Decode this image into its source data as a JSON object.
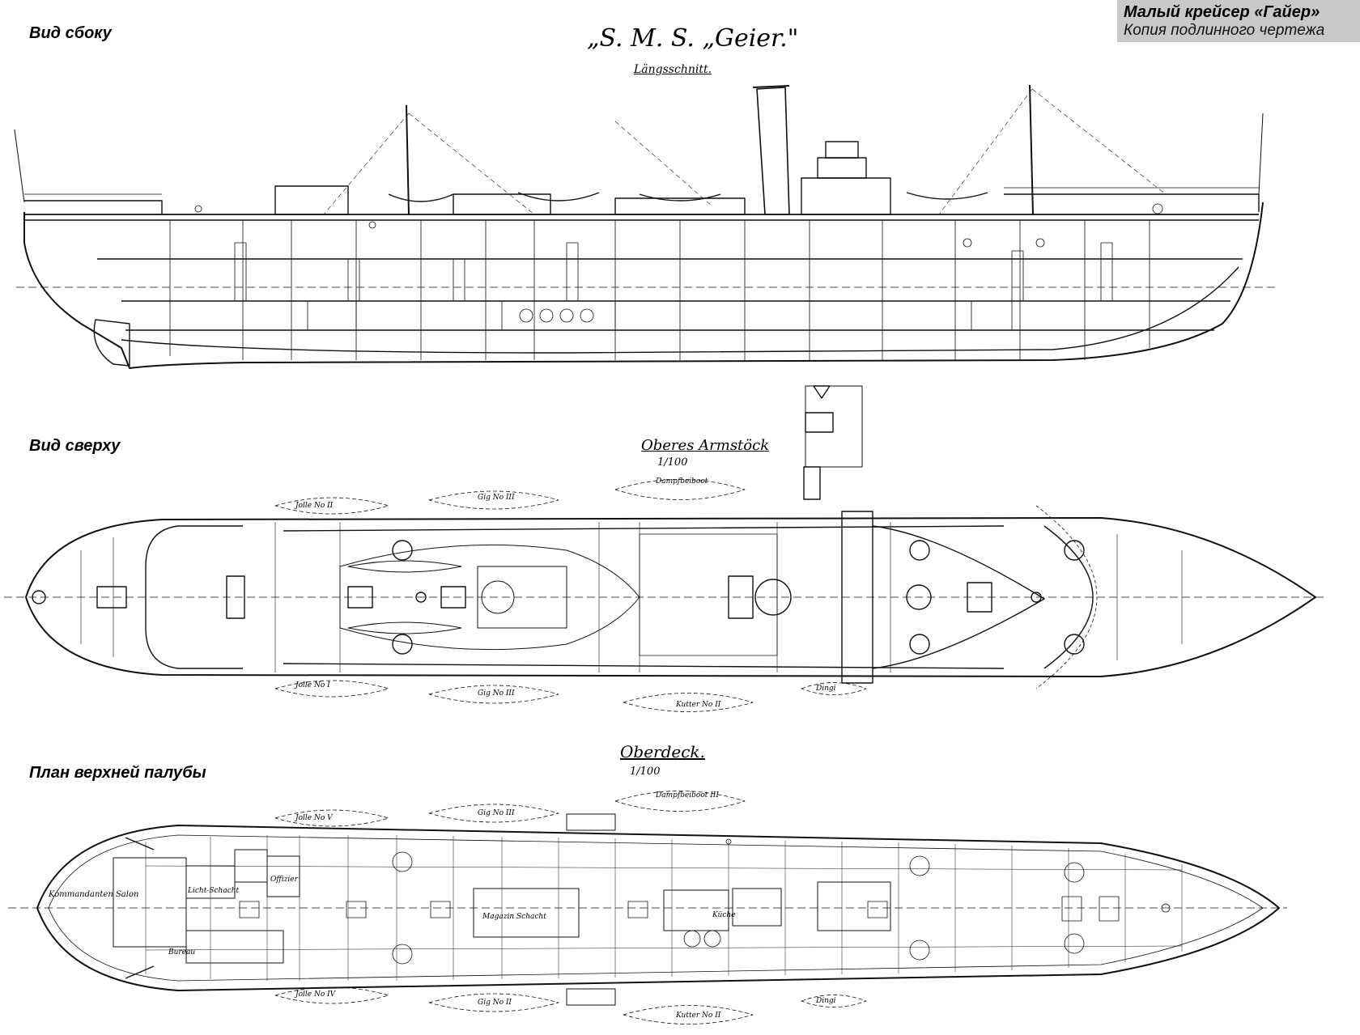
{
  "caption": {
    "title": "Малый крейсер «Гайер»",
    "subtitle": "Копия подлинного чертежа"
  },
  "views": {
    "side": "Вид сбоку",
    "top": "Вид сверху",
    "deck": "План верхней палубы"
  },
  "plates": {
    "ship_name": "„S. M. S. „Geier.\"",
    "side_section": "Längsschnitt.",
    "top_section": "Oberes Armstöck",
    "top_scale": "1/100",
    "deck_section": "Oberdeck.",
    "deck_scale": "1/100"
  },
  "boats": {
    "top_upper": [
      "Jolle No II",
      "Gig No III",
      "Dampfbeiboot"
    ],
    "top_lower": [
      "Jolle No I",
      "Gig No III",
      "Kutter No II",
      "Dingi"
    ],
    "deck_upper": [
      "Jolle No V",
      "Gig No III",
      "Dampfbeiboot III"
    ],
    "deck_lower": [
      "Jolle No IV",
      "Gig No II",
      "Kutter No II",
      "Dingi"
    ]
  },
  "rooms": {
    "kommandant": "Kommandanten Salon",
    "licht": "Licht-Schacht",
    "offizier": "Offizier",
    "magazin": "Magazin Schacht",
    "kuche": "Küche",
    "bureau": "Bureau"
  }
}
